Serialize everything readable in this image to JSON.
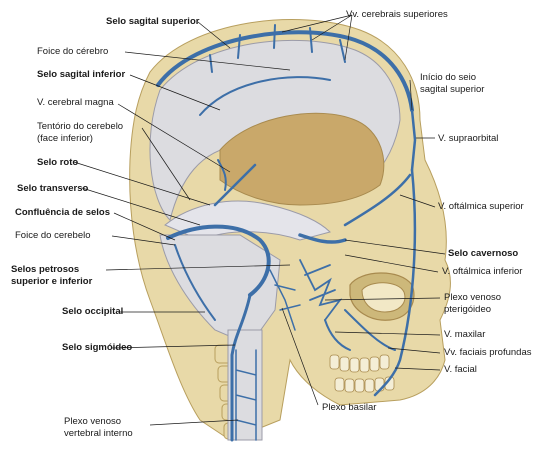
{
  "labels": {
    "selo_sagital_superior": "Selo sagital superior",
    "vv_cerebrais_superiores": "Vv. cerebrais superiores",
    "foice_do_cerebro": "Foice do cérebro",
    "selo_sagital_inferior": "Selo sagital inferior",
    "inicio_line1": "Início do seio",
    "inicio_line2": "sagital superior",
    "v_cerebral_magna": "V. cerebral magna",
    "tentorio_line1": "Tentório do cerebelo",
    "tentorio_line2": "(face inferior)",
    "v_supraorbital": "V. supraorbital",
    "selo_reto": "Selo roto",
    "selo_transverso": "Selo transverso",
    "v_oftalmica_superior": "V. oftálmica superior",
    "confluencia_dos_selos": "Confluência de selos",
    "foice_do_cerebelo": "Foice do cerebelo",
    "selo_cavernoso": "Selo cavernoso",
    "selos_petrosos_line1": "Selos petrosos",
    "selos_petrosos_line2": "superior e inferior",
    "v_oftalmica_inferior": "V. oftálmica inferior",
    "plexo_pterigoideo_line1": "Plexo venoso",
    "plexo_pterigoideo_line2": "pterigóideo",
    "selo_occipital": "Selo occipital",
    "v_maxilar": "V. maxilar",
    "selo_sigmoideo": "Selo sigmóideo",
    "vv_faciais_profundas": "Vv. faciais profundas",
    "v_facial": "V. facial",
    "plexo_vertebral_line1": "Plexo venoso",
    "plexo_vertebral_line2": "vertebral interno",
    "plexo_basilar": "Plexo basilar"
  },
  "colors": {
    "bone": "#e8d9a8",
    "bone_dark": "#cdb87a",
    "brain_space": "#c9a86a",
    "dura": "#dcdce0",
    "vein": "#3d6fa8",
    "line": "#1a1a1a"
  }
}
